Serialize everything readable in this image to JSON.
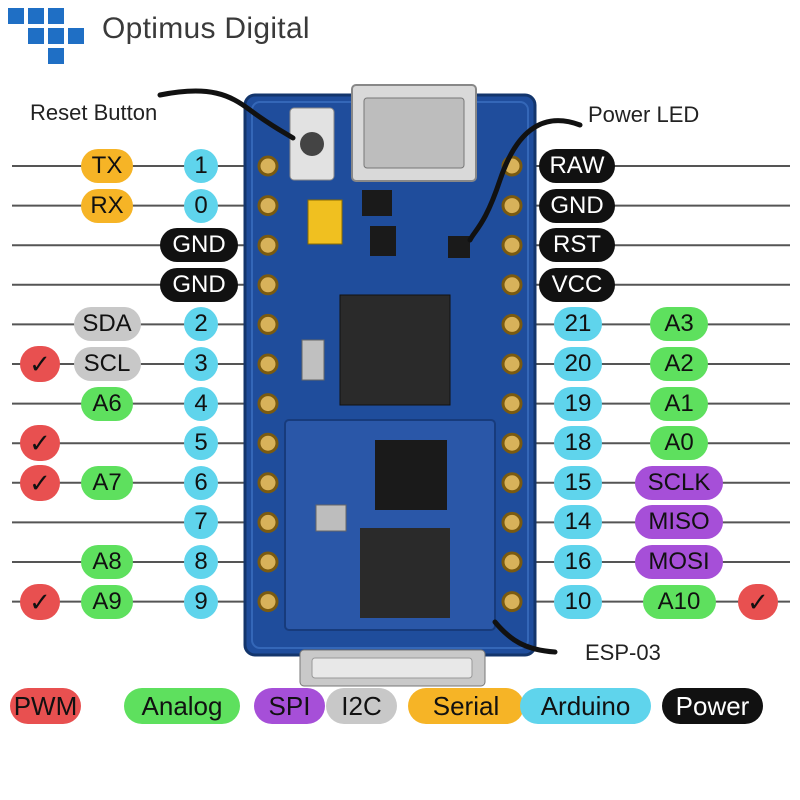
{
  "brand": {
    "name": "Optimus Digital",
    "accent": "#1f6fc5"
  },
  "callouts": {
    "reset": "Reset Button",
    "power_led": "Power LED",
    "esp": "ESP-03"
  },
  "colors": {
    "pwm": "#e85050",
    "analog": "#5ee05e",
    "spi": "#a64fd8",
    "i2c": "#c8c8c8",
    "serial": "#f6b426",
    "arduino": "#5fd4ec",
    "power": "#111111"
  },
  "left_pins": [
    {
      "arduino": "1",
      "labels": [
        {
          "text": "TX",
          "type": "serial"
        }
      ],
      "pwm": false
    },
    {
      "arduino": "0",
      "labels": [
        {
          "text": "RX",
          "type": "serial"
        }
      ],
      "pwm": false
    },
    {
      "arduino": "",
      "labels": [
        {
          "text": "GND",
          "type": "power"
        }
      ],
      "pwm": false
    },
    {
      "arduino": "",
      "labels": [
        {
          "text": "GND",
          "type": "power"
        }
      ],
      "pwm": false
    },
    {
      "arduino": "2",
      "labels": [
        {
          "text": "SDA",
          "type": "i2c"
        }
      ],
      "pwm": false
    },
    {
      "arduino": "3",
      "labels": [
        {
          "text": "SCL",
          "type": "i2c"
        }
      ],
      "pwm": true
    },
    {
      "arduino": "4",
      "labels": [
        {
          "text": "A6",
          "type": "analog"
        }
      ],
      "pwm": false
    },
    {
      "arduino": "5",
      "labels": [],
      "pwm": true
    },
    {
      "arduino": "6",
      "labels": [
        {
          "text": "A7",
          "type": "analog"
        }
      ],
      "pwm": true
    },
    {
      "arduino": "7",
      "labels": [],
      "pwm": false
    },
    {
      "arduino": "8",
      "labels": [
        {
          "text": "A8",
          "type": "analog"
        }
      ],
      "pwm": false
    },
    {
      "arduino": "9",
      "labels": [
        {
          "text": "A9",
          "type": "analog"
        }
      ],
      "pwm": true
    }
  ],
  "right_pins": [
    {
      "arduino": "",
      "labels": [
        {
          "text": "RAW",
          "type": "power"
        }
      ],
      "pwm": false
    },
    {
      "arduino": "",
      "labels": [
        {
          "text": "GND",
          "type": "power"
        }
      ],
      "pwm": false
    },
    {
      "arduino": "",
      "labels": [
        {
          "text": "RST",
          "type": "power"
        }
      ],
      "pwm": false
    },
    {
      "arduino": "",
      "labels": [
        {
          "text": "VCC",
          "type": "power"
        }
      ],
      "pwm": false
    },
    {
      "arduino": "21",
      "labels": [
        {
          "text": "A3",
          "type": "analog"
        }
      ],
      "pwm": false
    },
    {
      "arduino": "20",
      "labels": [
        {
          "text": "A2",
          "type": "analog"
        }
      ],
      "pwm": false
    },
    {
      "arduino": "19",
      "labels": [
        {
          "text": "A1",
          "type": "analog"
        }
      ],
      "pwm": false
    },
    {
      "arduino": "18",
      "labels": [
        {
          "text": "A0",
          "type": "analog"
        }
      ],
      "pwm": false
    },
    {
      "arduino": "15",
      "labels": [
        {
          "text": "SCLK",
          "type": "spi"
        }
      ],
      "pwm": false
    },
    {
      "arduino": "14",
      "labels": [
        {
          "text": "MISO",
          "type": "spi"
        }
      ],
      "pwm": false
    },
    {
      "arduino": "16",
      "labels": [
        {
          "text": "MOSI",
          "type": "spi"
        }
      ],
      "pwm": false
    },
    {
      "arduino": "10",
      "labels": [
        {
          "text": "A10",
          "type": "analog"
        }
      ],
      "pwm": true
    }
  ],
  "pwm_mark": "✓",
  "legend": [
    {
      "text": "PWM",
      "type": "pwm"
    },
    {
      "text": "Analog",
      "type": "analog"
    },
    {
      "text": "SPI",
      "type": "spi"
    },
    {
      "text": "I2C",
      "type": "i2c"
    },
    {
      "text": "Serial",
      "type": "serial"
    },
    {
      "text": "Arduino",
      "type": "arduino"
    },
    {
      "text": "Power",
      "type": "power"
    }
  ]
}
